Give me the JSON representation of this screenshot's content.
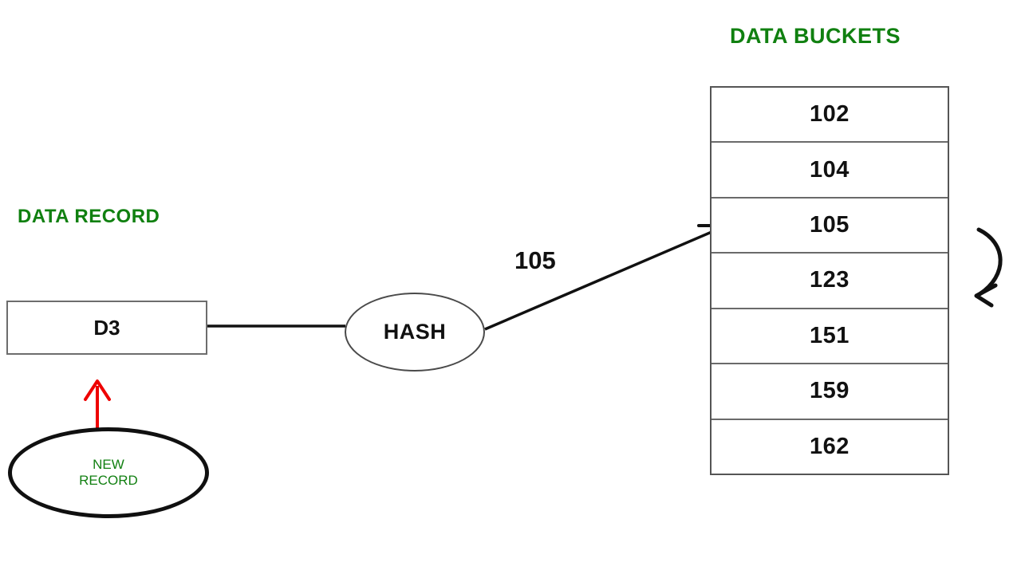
{
  "diagram": {
    "headings": {
      "data_buckets": "DATA BUCKETS",
      "data_record": "DATA RECORD"
    },
    "data_record": {
      "label": "D3"
    },
    "hash_node": {
      "label": "HASH"
    },
    "hash_value": {
      "label": "105"
    },
    "new_record": {
      "line1": "NEW",
      "line2": "RECORD"
    },
    "buckets": [
      {
        "value": "102"
      },
      {
        "value": "104"
      },
      {
        "value": "105"
      },
      {
        "value": "123"
      },
      {
        "value": "151"
      },
      {
        "value": "159"
      },
      {
        "value": "162"
      }
    ],
    "colors": {
      "heading_green": "#108010",
      "new_record_green": "#128012",
      "insert_arrow_red": "#ee0000",
      "line_black": "#111111",
      "table_border": "#555555"
    }
  }
}
